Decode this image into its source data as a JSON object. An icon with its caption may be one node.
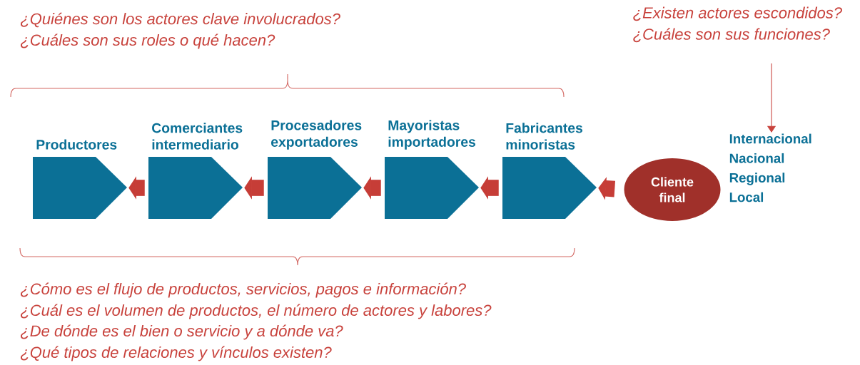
{
  "diagram": {
    "nodes": [
      {
        "text": [
          "Productores"
        ]
      },
      {
        "text": [
          "Comerciantes intermediario"
        ]
      },
      {
        "text": [
          "Procesadores exportadores"
        ]
      },
      {
        "text": [
          "Mayoristas importadores"
        ]
      },
      {
        "text": [
          "Fabricantes minoristas"
        ]
      },
      {
        "text": [
          "Cliente final"
        ]
      },
      {
        "text": [
          "Internacional",
          "Nacional",
          "Regional",
          "Local"
        ]
      },
      {
        "text": [
          "¿Existen actores escondidos?",
          "¿Cuáles son sus funciones?"
        ]
      }
    ],
    "edges": [
      {
        "from": 1,
        "to": 0,
        "arrow": "to"
      },
      {
        "from": 2,
        "to": 1,
        "arrow": "to"
      },
      {
        "from": 3,
        "to": 2,
        "arrow": "to"
      },
      {
        "from": 4,
        "to": 3,
        "arrow": "to"
      },
      {
        "from": 5,
        "to": 4,
        "arrow": "to"
      },
      {
        "from": 7,
        "to": 6,
        "arrow": "to"
      }
    ],
    "labels": [
      "¿Quiénes son los actores clave involucrados?",
      "¿Cuáles son sus roles o qué hacen?",
      "¿Cómo es el flujo de productos, servicios, pagos e información?",
      "¿Cuál es el volumen de productos, el número de actores y labores?",
      "¿De dónde es el bien o servicio y a dónde va?",
      "¿Qué tipos de relaciones y vínculos existen?"
    ]
  }
}
